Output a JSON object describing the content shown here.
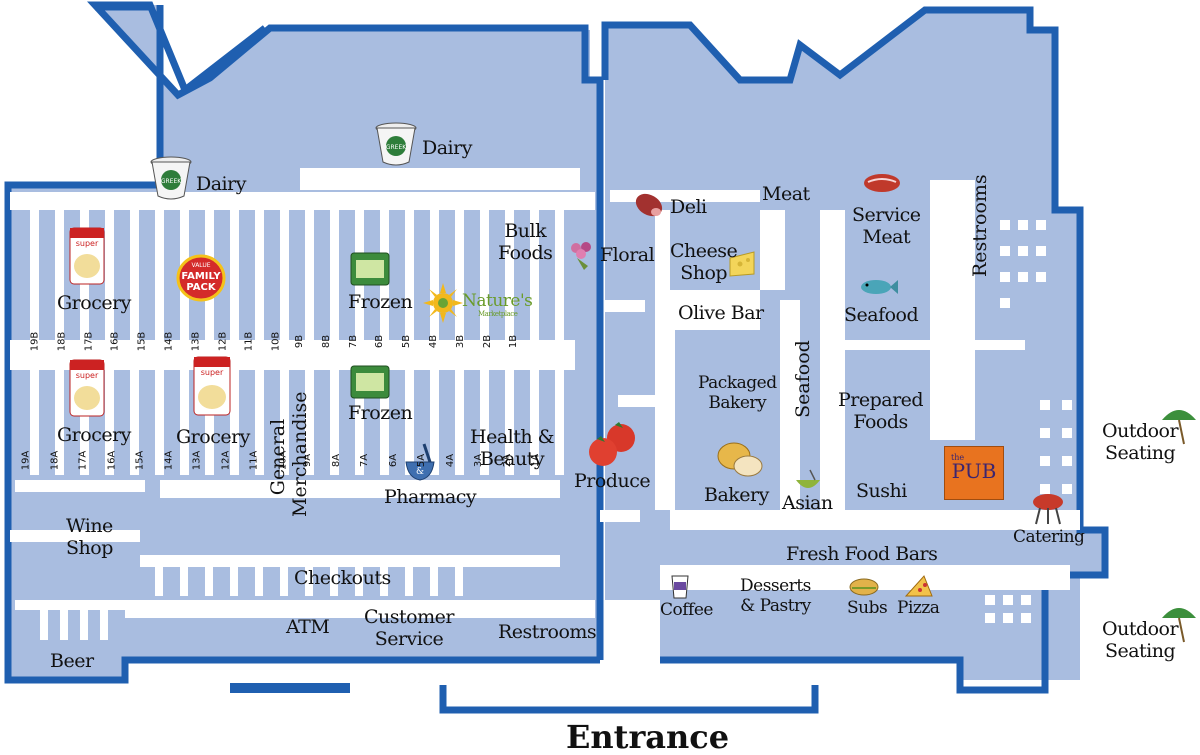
{
  "colors": {
    "wall": "#1f5fb0",
    "floor": "#a9bde0",
    "fixture": "#ffffff"
  },
  "labels": {
    "dairy_left": "Dairy",
    "dairy_right": "Dairy",
    "grocery_1": "Grocery",
    "grocery_2": "Grocery",
    "grocery_3": "Grocery",
    "frozen_1": "Frozen",
    "frozen_2": "Frozen",
    "bulk_foods": "Bulk\nFoods",
    "natures": "Nature's",
    "natures_sub": "Marketplace",
    "floral": "Floral",
    "deli": "Deli",
    "meat": "Meat",
    "service_meat": "Service\nMeat",
    "cheese_shop": "Cheese\nShop",
    "olive_bar": "Olive Bar",
    "seafood_right": "Seafood",
    "packaged_bakery": "Packaged\nBakery",
    "prepared_foods": "Prepared\nFoods",
    "produce": "Produce",
    "bakery": "Bakery",
    "asian": "Asian",
    "sushi": "Sushi",
    "pub": "PUB",
    "pub_the": "the",
    "catering": "Catering",
    "outdoor_seating_1": "Outdoor\nSeating",
    "outdoor_seating_2": "Outdoor\nSeating",
    "health_beauty": "Health &\nBeauty",
    "pharmacy": "Pharmacy",
    "wine_shop": "Wine\nShop",
    "checkouts": "Checkouts",
    "atm": "ATM",
    "customer_service": "Customer\nService",
    "restrooms_bottom": "Restrooms",
    "beer": "Beer",
    "fresh_food_bars": "Fresh Food Bars",
    "coffee": "Coffee",
    "desserts": "Desserts\n& Pastry",
    "subs": "Subs",
    "pizza": "Pizza",
    "general_merch": "General\nMerchandise",
    "seafood_vertical": "Seafood",
    "restrooms_vertical": "Restrooms",
    "entrance": "Entrance",
    "family_pack": "FAMILY\nPACK",
    "family_pack_top": "VALUE",
    "super_pasta": "super\npasta",
    "greek": "GREEK"
  },
  "aisles_top": [
    "19B",
    "18B",
    "17B",
    "16B",
    "15B",
    "14B",
    "13B",
    "12B",
    "11B",
    "10B",
    "9B",
    "8B",
    "7B",
    "6B",
    "5B",
    "4B",
    "3B",
    "2B",
    "1B"
  ],
  "aisles_bottom": [
    "19A",
    "18A",
    "17A",
    "16A",
    "15A",
    "14A",
    "13A",
    "12A",
    "11A",
    "10A",
    "9A",
    "8A",
    "7A",
    "6A",
    "5A",
    "4A",
    "3A",
    "2A",
    "1A"
  ]
}
